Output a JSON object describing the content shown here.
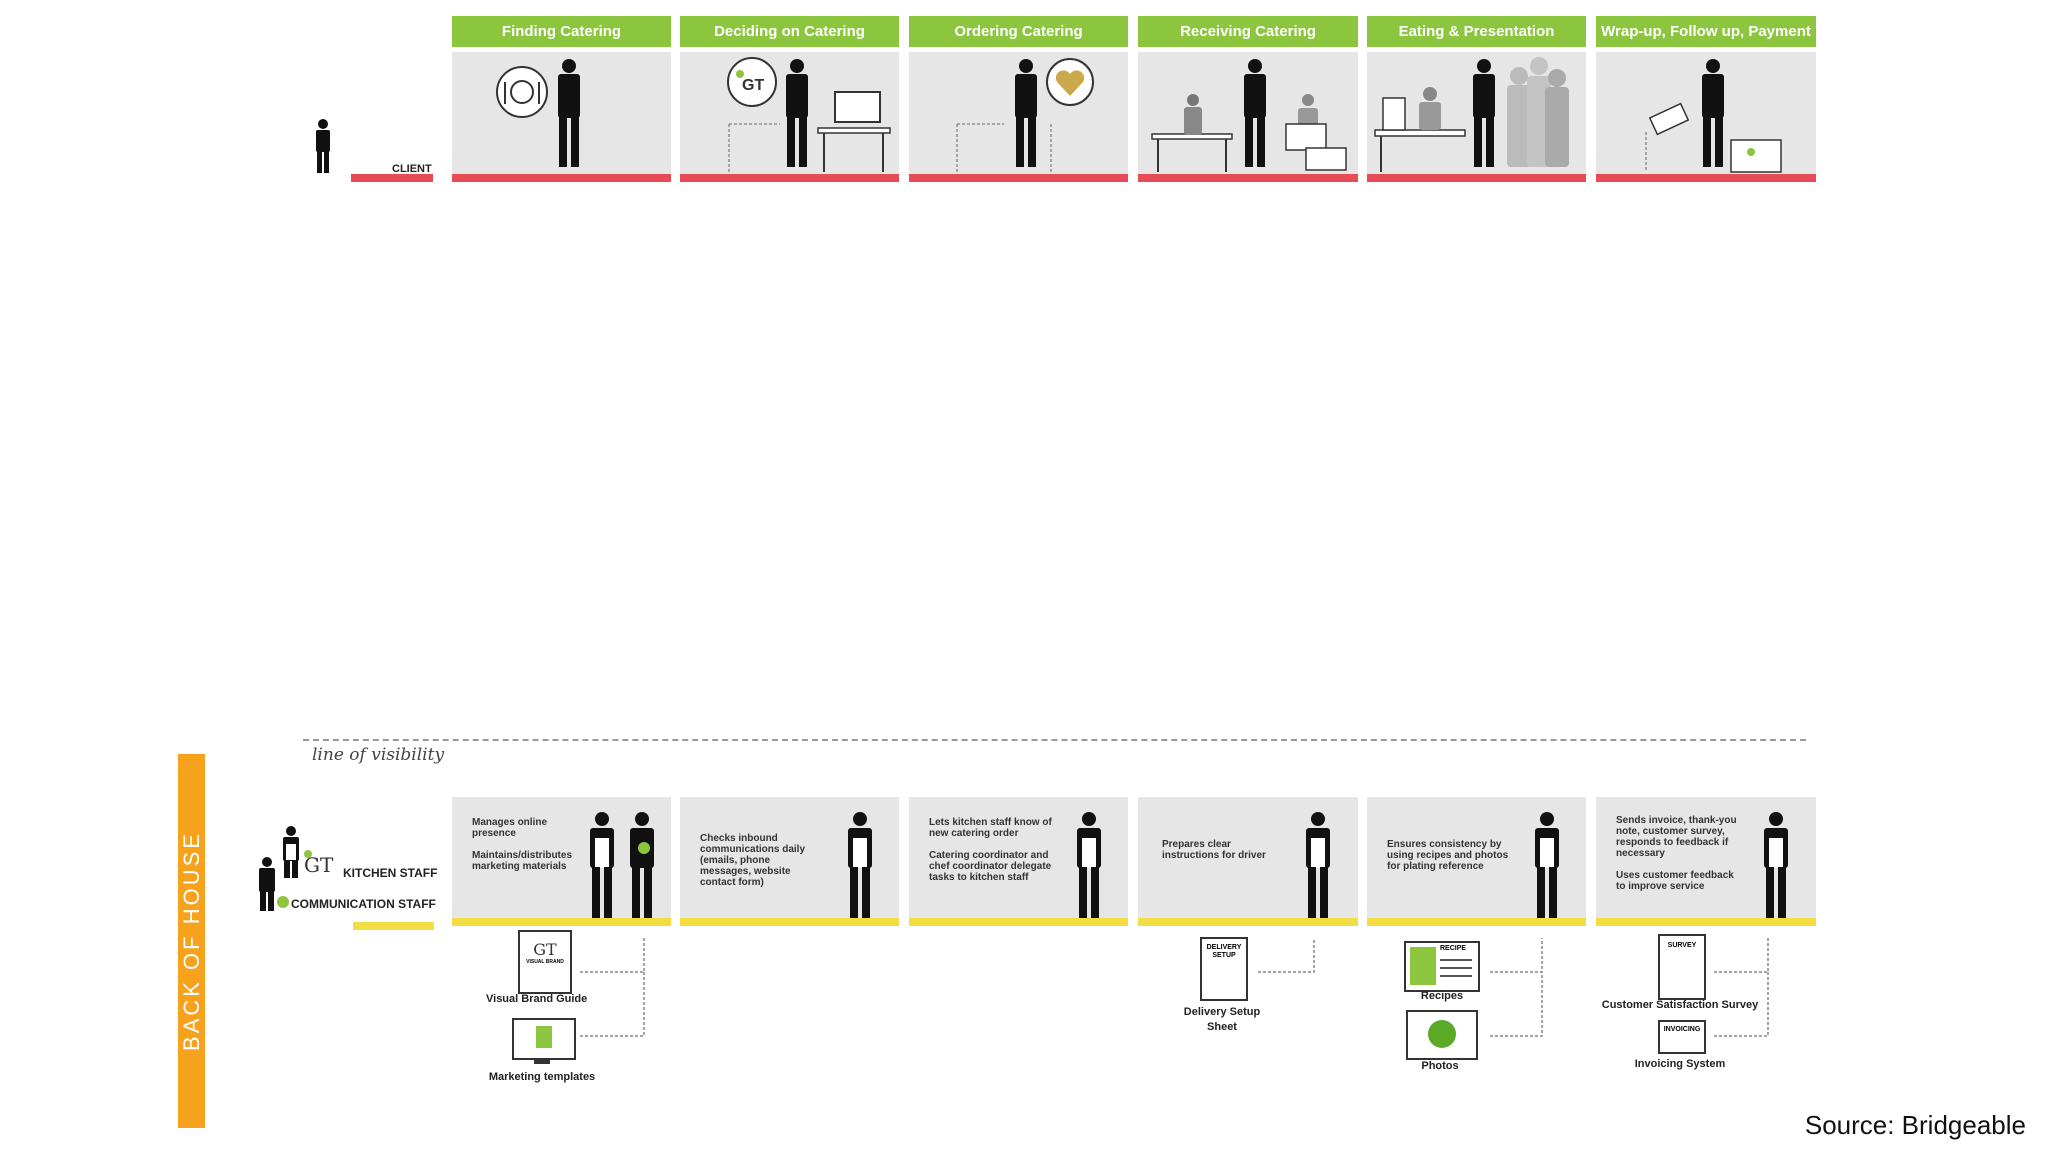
{
  "phases": [
    {
      "title": "Finding Catering"
    },
    {
      "title": "Deciding on Catering"
    },
    {
      "title": "Ordering Catering"
    },
    {
      "title": "Receiving Catering"
    },
    {
      "title": "Eating & Presentation"
    },
    {
      "title": "Wrap-up, Follow up, Payment"
    }
  ],
  "client": {
    "label": "CLIENT"
  },
  "line_of_visibility": "line of visibility",
  "back_of_house": {
    "label": "BACK OF HOUSE",
    "staff": {
      "kitchen": "KITCHEN STAFF",
      "communication": "COMMUNICATION STAFF"
    },
    "tasks": [
      {
        "lines": [
          "Manages online presence",
          "Maintains/distributes marketing materials"
        ]
      },
      {
        "lines": [
          "Checks inbound communications daily (emails, phone messages, website contact form)"
        ]
      },
      {
        "lines": [
          "Lets kitchen staff know of new catering order",
          "Catering coordinator and chef coordinator delegate tasks to kitchen staff"
        ]
      },
      {
        "lines": [
          "Prepares clear instructions for driver"
        ]
      },
      {
        "lines": [
          "Ensures consistency by using recipes and photos for plating reference"
        ]
      },
      {
        "lines": [
          "Sends invoice, thank-you note, customer survey, responds to feedback if necessary",
          "Uses customer feedback to improve service"
        ]
      }
    ],
    "documents": {
      "visual_brand_guide": "Visual Brand Guide",
      "visual_brand_icon_text": "VISUAL BRAND",
      "marketing_templates": "Marketing templates",
      "delivery_setup_sheet": "Delivery Setup Sheet",
      "delivery_setup_icon_text": "DELIVERY SETUP",
      "recipes": "Recipes",
      "recipe_icon_text": "RECIPE",
      "photos": "Photos",
      "customer_satisfaction_survey": "Customer Satisfaction Survey",
      "survey_icon_text": "SURVEY",
      "invoicing_system": "Invoicing System",
      "invoicing_icon_text": "INVOICING"
    }
  },
  "source": "Source: Bridgeable",
  "colors": {
    "phase_green": "#8cc63f",
    "client_red": "#e84b55",
    "staff_yellow": "#f2dd43",
    "boh_orange": "#f6a21c"
  }
}
